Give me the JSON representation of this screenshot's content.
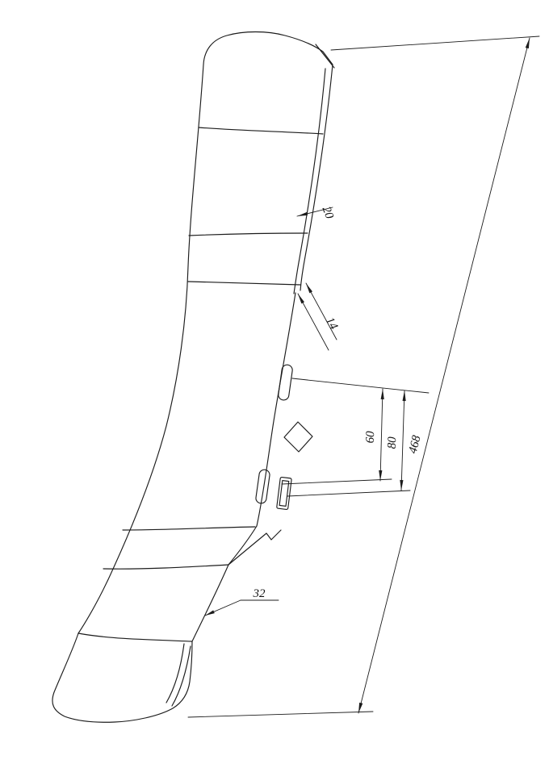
{
  "page": {
    "background": "#ffffff"
  },
  "drawing": {
    "type": "technical-drawing",
    "description": "Axonometric line drawing of a curved chisel plough point with mounting slots and dimension annotations",
    "line_color": "#1c1c1c",
    "dimensions": {
      "overall_length": "468",
      "hole_pitch_outer": "80",
      "hole_pitch_inner": "60",
      "blade_thickness": "20",
      "edge_width": "14",
      "section_width": "32"
    }
  }
}
